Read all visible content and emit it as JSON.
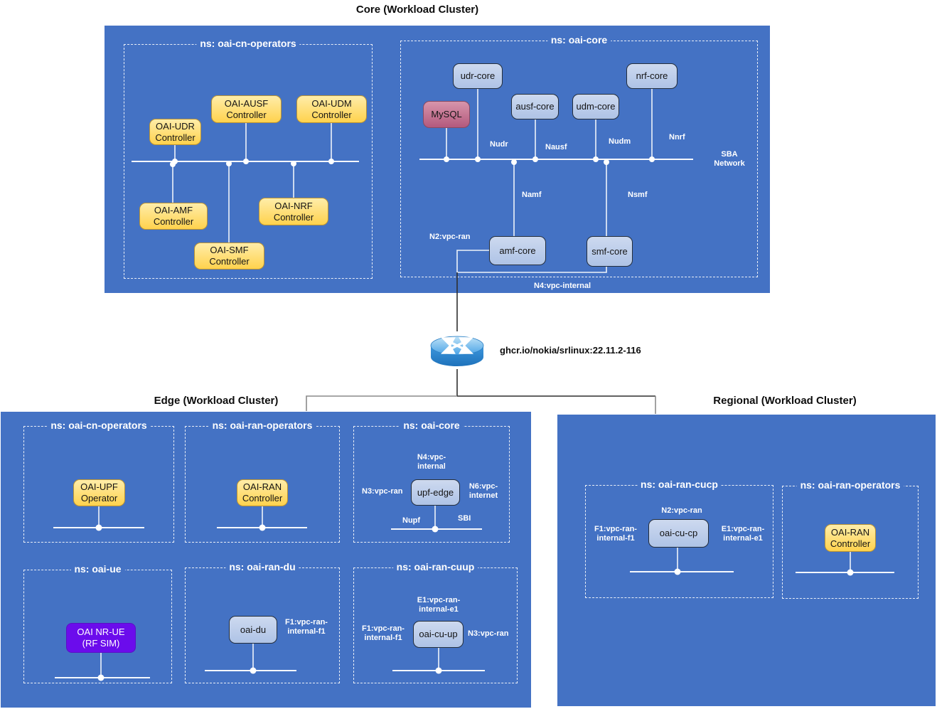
{
  "titles": {
    "core": "Core (Workload Cluster)",
    "edge": "Edge (Workload Cluster)",
    "regional": "Regional (Workload Cluster)"
  },
  "router": {
    "icon": "router-icon",
    "image": "ghcr.io/nokia/srlinux:22.11.2-116"
  },
  "core": {
    "operators_ns": "ns: oai-cn-operators",
    "core_ns": "ns: oai-core",
    "nodes": {
      "udr_ctrl": "OAI-UDR Controller",
      "ausf_ctrl": "OAI-AUSF Controller",
      "udm_ctrl": "OAI-UDM Controller",
      "amf_ctrl": "OAI-AMF Controller",
      "smf_ctrl": "OAI-SMF Controller",
      "nrf_ctrl": "OAI-NRF Controller",
      "mysql": "MySQL",
      "udr": "udr-core",
      "ausf": "ausf-core",
      "udm": "udm-core",
      "nrf": "nrf-core",
      "amf": "amf-core",
      "smf": "smf-core"
    },
    "labels": {
      "nudr": "Nudr",
      "nausf": "Nausf",
      "nudm": "Nudm",
      "nnrf": "Nnrf",
      "sba": "SBA Network",
      "namf": "Namf",
      "nsmf": "Nsmf",
      "n2": "N2:vpc-ran",
      "n4": "N4:vpc-internal"
    }
  },
  "edge": {
    "cn_operators_ns": "ns: oai-cn-operators",
    "ran_operators_ns": "ns: oai-ran-operators",
    "core_ns": "ns: oai-core",
    "ue_ns": "ns: oai-ue",
    "ran_du_ns": "ns: oai-ran-du",
    "ran_cuup_ns": "ns: oai-ran-cuup",
    "nodes": {
      "upf_operator": "OAI-UPF Operator",
      "ran_controller": "OAI-RAN Controller",
      "upf_edge": "upf-edge",
      "nr_ue": "OAI NR-UE (RF SIM)",
      "oai_du": "oai-du",
      "oai_cu_up": "oai-cu-up"
    },
    "labels": {
      "n4": "N4:vpc-internal",
      "n3": "N3:vpc-ran",
      "n6": "N6:vpc-internet",
      "nupf": "Nupf",
      "sbi": "SBI",
      "f1_du": "F1:vpc-ran-internal-f1",
      "e1_cuup": "E1:vpc-ran-internal-e1",
      "f1_cuup": "F1:vpc-ran-internal-f1",
      "n3_cuup": "N3:vpc-ran"
    }
  },
  "regional": {
    "ran_cucp_ns": "ns: oai-ran-cucp",
    "ran_operators_ns": "ns: oai-ran-operators",
    "nodes": {
      "oai_cu_cp": "oai-cu-cp",
      "ran_controller": "OAI-RAN Controller"
    },
    "labels": {
      "n2": "N2:vpc-ran",
      "f1": "F1:vpc-ran-internal-f1",
      "e1": "E1:vpc-ran-internal-e1"
    }
  },
  "colors": {
    "cluster_blue": "#4472C4",
    "node_blue": "#B7C9E8",
    "node_yellow": "#FFD966",
    "node_pink": "#C9728F",
    "node_purple": "#6B0CEC",
    "wire_light": "#FFFFFF",
    "wire_dark": "#333333"
  }
}
